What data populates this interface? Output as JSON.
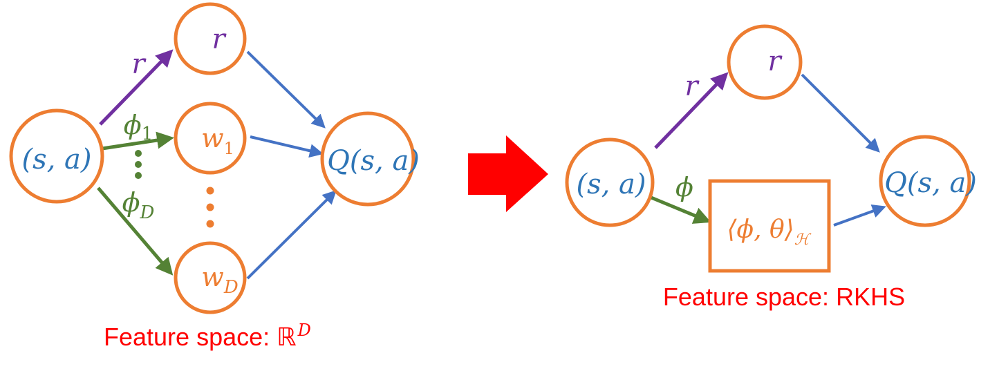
{
  "colors": {
    "node_stroke": "#ed7d31",
    "blue_text": "#2e75b6",
    "blue_edge": "#4472c4",
    "purple": "#7030a0",
    "green": "#548235",
    "orange_text": "#ed7d31",
    "caption": "#ff0000",
    "big_arrow": "#ff0000"
  },
  "left_diagram": {
    "node_sa": "(s, a)",
    "node_r": "r",
    "node_w1": {
      "base": "w",
      "sub": "1"
    },
    "node_wD": {
      "base": "w",
      "sub": "D"
    },
    "node_q": "Q(s, a)",
    "edge_r_label": "r",
    "edge_phi1_label": {
      "base": "ϕ",
      "sub": "1"
    },
    "edge_phiD_label": {
      "base": "ϕ",
      "sub": "D"
    },
    "caption_text": "Feature space: ℝ",
    "caption_sup": "D"
  },
  "arrow_icon": "right-arrow-icon",
  "right_diagram": {
    "node_sa": "(s, a)",
    "node_r": "r",
    "node_inner": {
      "main": "⟨ϕ, θ⟩",
      "sub": "ℋ"
    },
    "node_q": "Q(s, a)",
    "edge_r_label": "r",
    "edge_phi_label": "ϕ",
    "caption": "Feature space: RKHS"
  }
}
